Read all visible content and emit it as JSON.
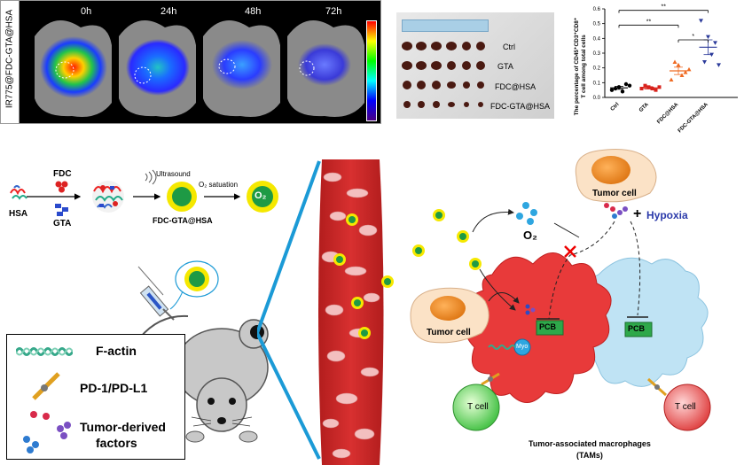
{
  "imaging": {
    "side_label": "IR775@FDC-GTA@HSA",
    "timepoints": [
      "0h",
      "24h",
      "48h",
      "72h"
    ]
  },
  "tumor_photo": {
    "groups": [
      "Ctrl",
      "GTA",
      "FDC@HSA",
      "FDC-GTA@HSA"
    ]
  },
  "chart_data": {
    "type": "scatter",
    "title": "",
    "ylabel": "The percentage of CD45+CD3+CD8+ T cell among total cells",
    "ylabel_line1": "The percentage of CD45⁺CD3⁺CD8⁺",
    "ylabel_line2": "T cell among total cells",
    "ylim": [
      0,
      0.6
    ],
    "yticks": [
      0.0,
      0.1,
      0.2,
      0.3,
      0.4,
      0.5,
      0.6
    ],
    "yticks_text": [
      "0.0",
      "0.1",
      "0.2",
      "0.3",
      "0.4",
      "0.5",
      "0.6"
    ],
    "categories": [
      "Ctrl",
      "GTA",
      "FDC@HSA",
      "FDC-GTA@HSA"
    ],
    "colors": [
      "#000000",
      "#d8231c",
      "#ef6a22",
      "#2b3a9a"
    ],
    "series": [
      {
        "values": [
          0.05,
          0.07,
          0.09,
          0.06,
          0.04,
          0.08
        ],
        "mean": 0.065,
        "sem": 0.01
      },
      {
        "values": [
          0.06,
          0.07,
          0.05,
          0.08,
          0.06,
          0.07
        ],
        "mean": 0.065,
        "sem": 0.008
      },
      {
        "values": [
          0.12,
          0.22,
          0.17,
          0.24,
          0.15,
          0.19
        ],
        "mean": 0.18,
        "sem": 0.025
      },
      {
        "values": [
          0.52,
          0.41,
          0.37,
          0.24,
          0.29,
          0.22
        ],
        "mean": 0.34,
        "sem": 0.05
      }
    ],
    "significance": [
      "**",
      "*",
      "**"
    ]
  },
  "synthesis": {
    "hsa": "HSA",
    "fdc": "FDC",
    "gta": "GTA",
    "ultrasound": "Ultrasound",
    "o2_saturation": "O₂ satuation",
    "product": "FDC-GTA@HSA",
    "o2": "O₂"
  },
  "legend": {
    "factin": "F-actin",
    "pd1": "PD-1/PD-L1",
    "tdf_line1": "Tumor-derived",
    "tdf_line2": "factors"
  },
  "mechanism": {
    "tumor_cell": "Tumor cell",
    "hypoxia": "Hypoxia",
    "plus": "+",
    "o2": "O₂",
    "pcb": "PCB",
    "myo": "Myo",
    "t_cell": "T cell",
    "tam_line1": "Tumor-associated macrophages",
    "tam_line2": "(TAMs)"
  }
}
